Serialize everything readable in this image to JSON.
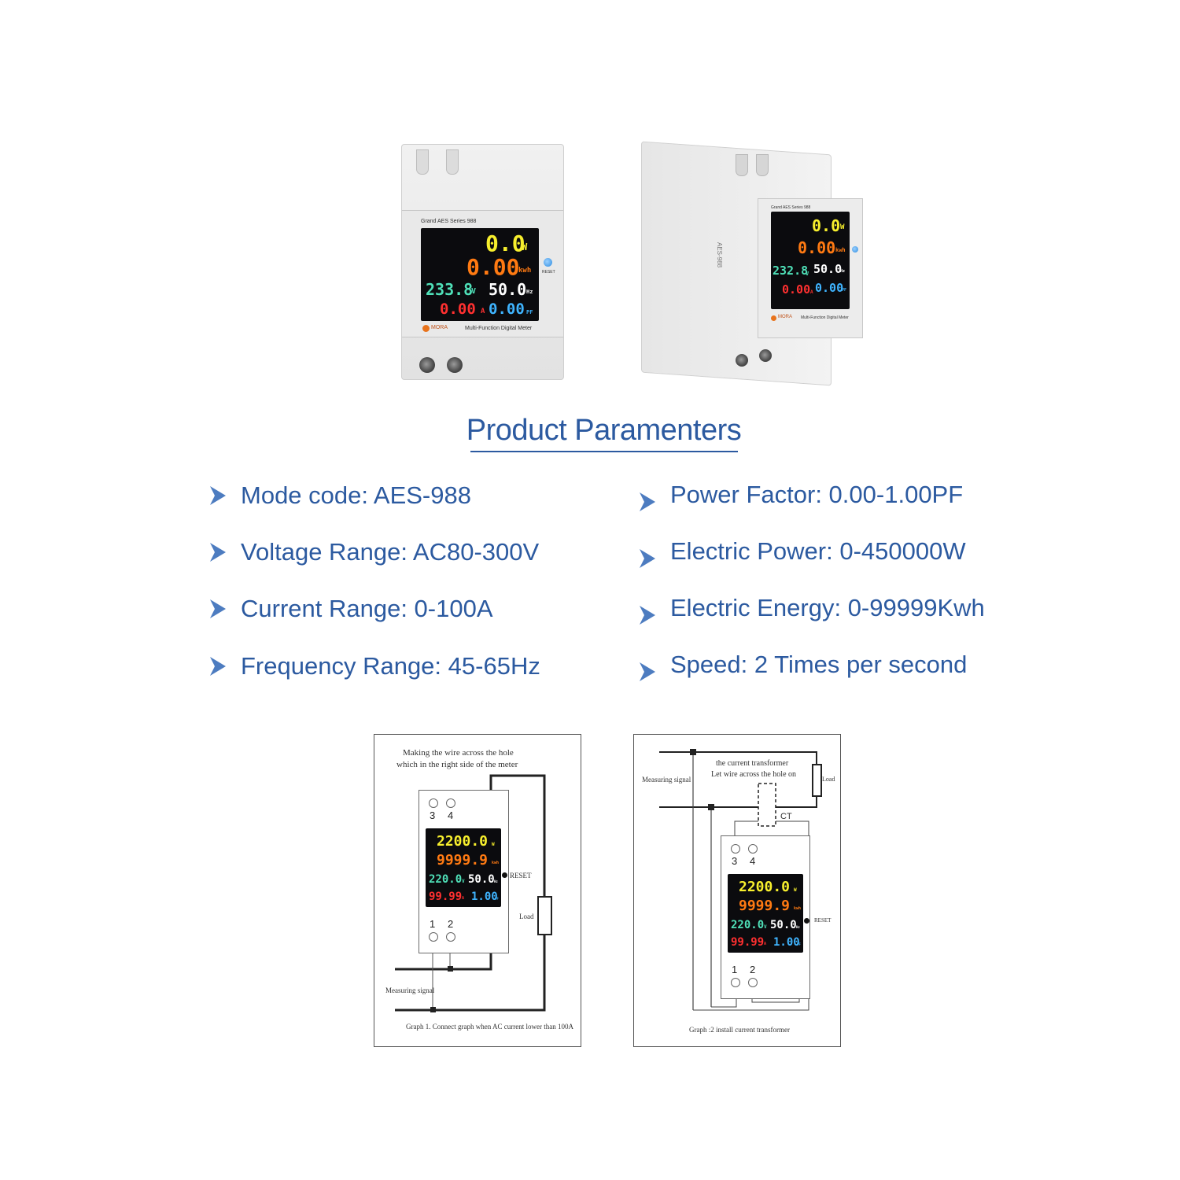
{
  "product": {
    "front_meter": {
      "brand_text": "Grand AES Series 988",
      "power": "0.0",
      "power_unit": "W",
      "energy": "0.00",
      "energy_unit": "kwh",
      "voltage": "233.8",
      "voltage_unit": "V",
      "frequency": "50.0",
      "frequency_unit": "Hz",
      "current": "0.00",
      "current_unit": "A",
      "power_factor": "0.00",
      "power_factor_unit": "PF",
      "reset_label": "RESET",
      "logo_text": "MORA",
      "caption": "Multi-Function Digital Meter"
    },
    "angled_meter": {
      "brand_text": "Grand AES Series 988",
      "side_label": "AES-988",
      "power": "0.0",
      "power_unit": "W",
      "energy": "0.00",
      "energy_unit": "kwh",
      "voltage": "232.8",
      "voltage_unit": "V",
      "frequency": "50.0",
      "frequency_unit": "Hz",
      "current": "0.00",
      "current_unit": "A",
      "power_factor": "0.00",
      "power_factor_unit": "PF",
      "logo_text": "MORA",
      "caption": "Multi-Function Digital Meter"
    }
  },
  "heading": "Product Paramenters",
  "params_left": [
    "Mode code: AES-988",
    "Voltage Range: AC80-300V",
    "Current Range: 0-100A",
    "Frequency Range: 45-65Hz"
  ],
  "params_right": [
    "Power Factor: 0.00-1.00PF",
    "Electric Power: 0-450000W",
    "Electric Energy: 0-99999Kwh",
    "Speed: 2 Times per second"
  ],
  "diagram1": {
    "note_line1": "Making the wire across the hole",
    "note_line2": "which in the right side of the meter",
    "reset_label": "RESET",
    "load_label": "Load",
    "measuring_label": "Measuring signal",
    "caption": "Graph 1. Connect graph when AC current lower than 100A",
    "terminals_top": [
      "3",
      "4"
    ],
    "terminals_bottom": [
      "1",
      "2"
    ],
    "screen": {
      "power": "2200.0",
      "power_unit": "W",
      "energy": "9999.9",
      "energy_unit": "kwh",
      "voltage": "220.0",
      "voltage_unit": "V",
      "frequency": "50.0",
      "frequency_unit": "Hz",
      "current": "99.99",
      "current_unit": "A",
      "power_factor": "1.00",
      "power_factor_unit": "PF"
    }
  },
  "diagram2": {
    "note_line1": "the current transformer",
    "note_line2": "Let wire across the hole on",
    "measuring_label": "Measuring signal",
    "load_label": "Load",
    "ct_label": "CT",
    "reset_label": "RESET",
    "caption": "Graph :2 install current transformer",
    "terminals_top": [
      "3",
      "4"
    ],
    "terminals_bottom": [
      "1",
      "2"
    ],
    "screen": {
      "power": "2200.0",
      "power_unit": "W",
      "energy": "9999.9",
      "energy_unit": "kwh",
      "voltage": "220.0",
      "voltage_unit": "V",
      "frequency": "50.0",
      "frequency_unit": "Hz",
      "current": "99.99",
      "current_unit": "A",
      "power_factor": "1.00",
      "power_factor_unit": "PF"
    }
  },
  "colors": {
    "heading_blue": "#2c5aa0",
    "display_yellow": "#f7ef2d",
    "display_orange": "#ff7a12",
    "display_green": "#4fe0b8",
    "display_red": "#ff3030",
    "display_blue": "#3fb4ff"
  },
  "icons": {
    "bullet": "arrowhead-bullet-icon",
    "reset": "reset-button-icon"
  }
}
